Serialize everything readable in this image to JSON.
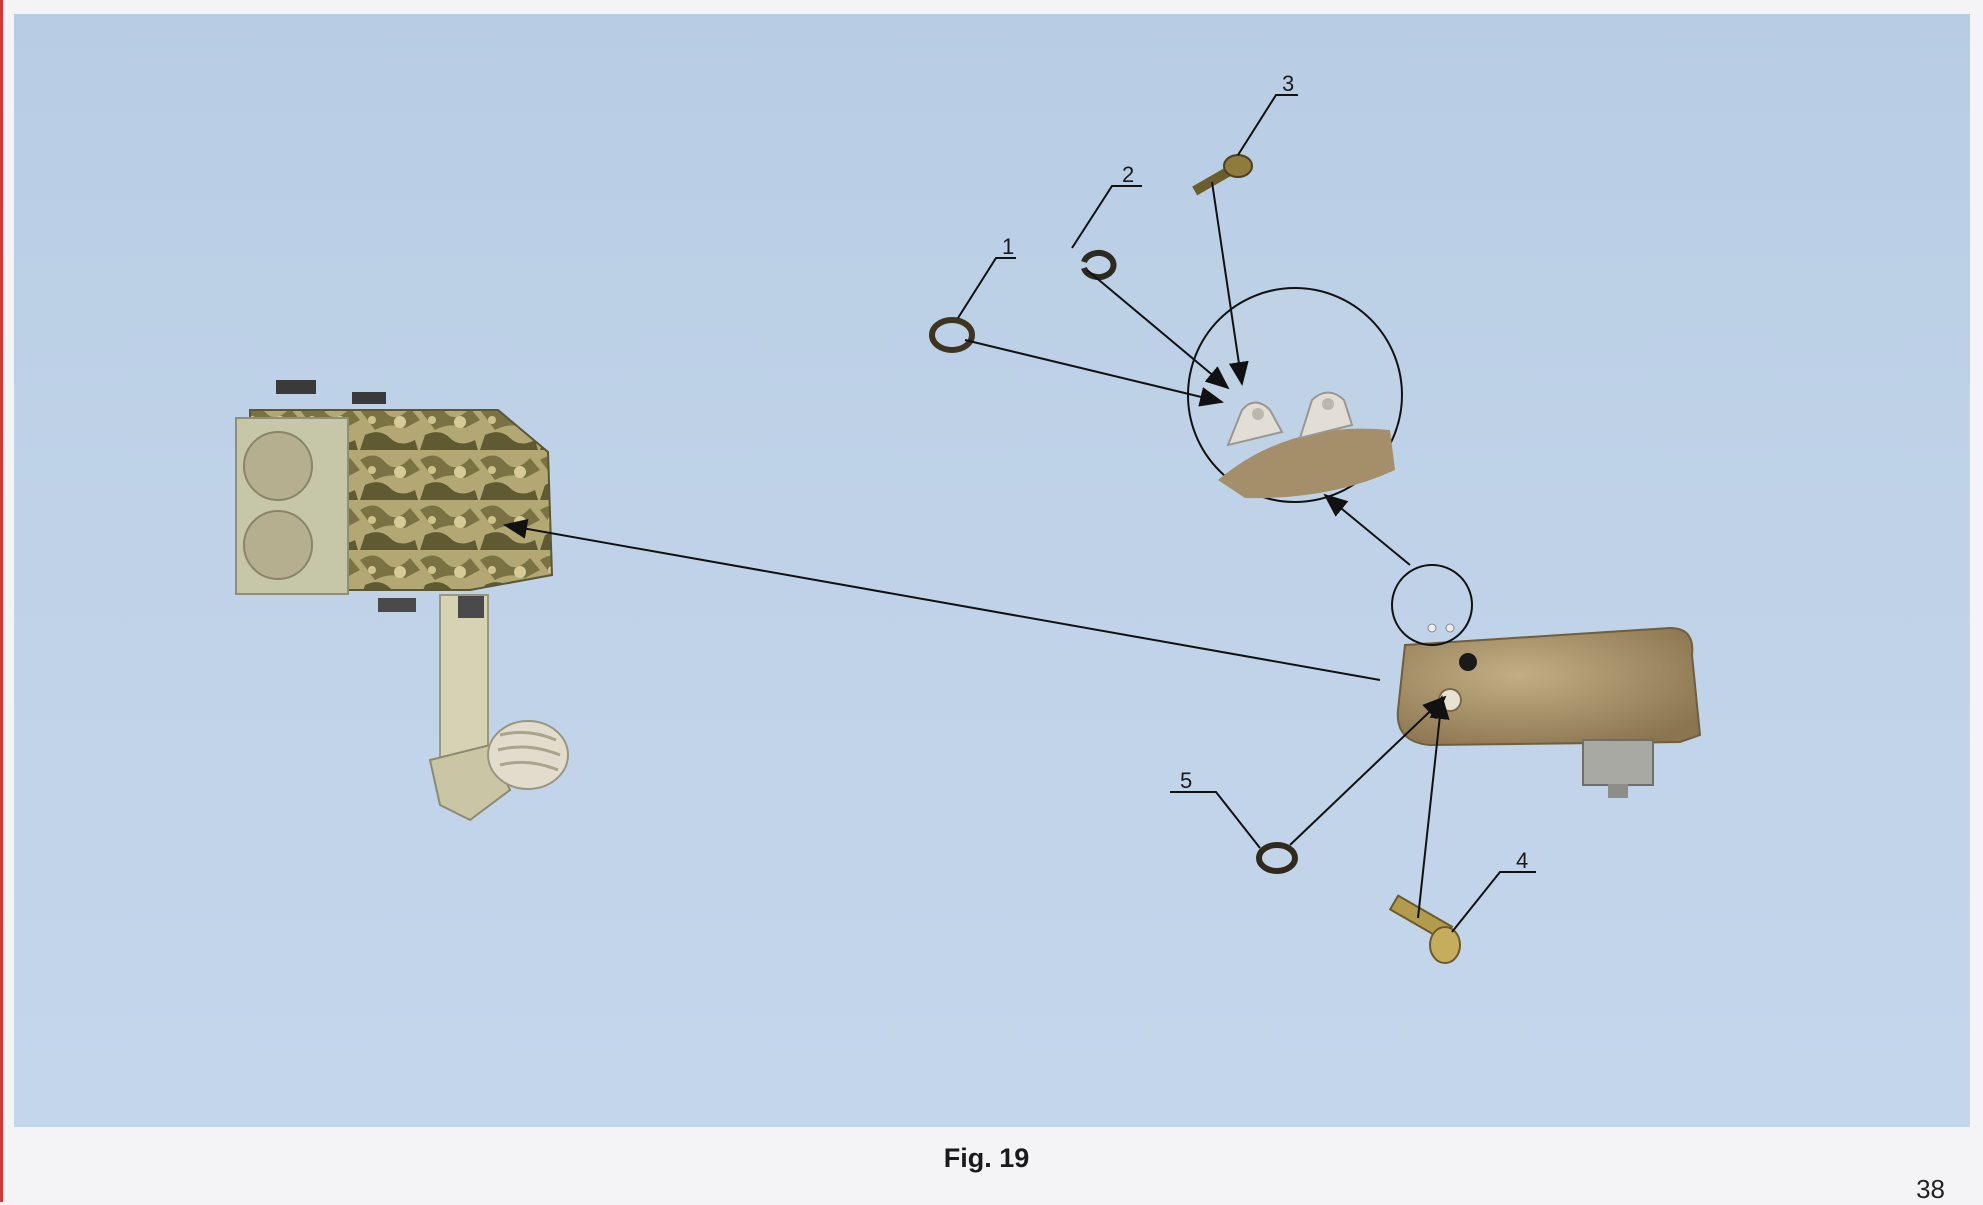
{
  "figure": {
    "caption": "Fig. 19",
    "callouts": [
      "1",
      "2",
      "3",
      "4",
      "5"
    ]
  },
  "page": {
    "number": "38"
  },
  "colors": {
    "background": "#bfd2e8",
    "camo_dark": "#6f6a3a",
    "camo_light": "#c2b682",
    "part_body": "#a8936a",
    "leader_line": "#111111"
  }
}
